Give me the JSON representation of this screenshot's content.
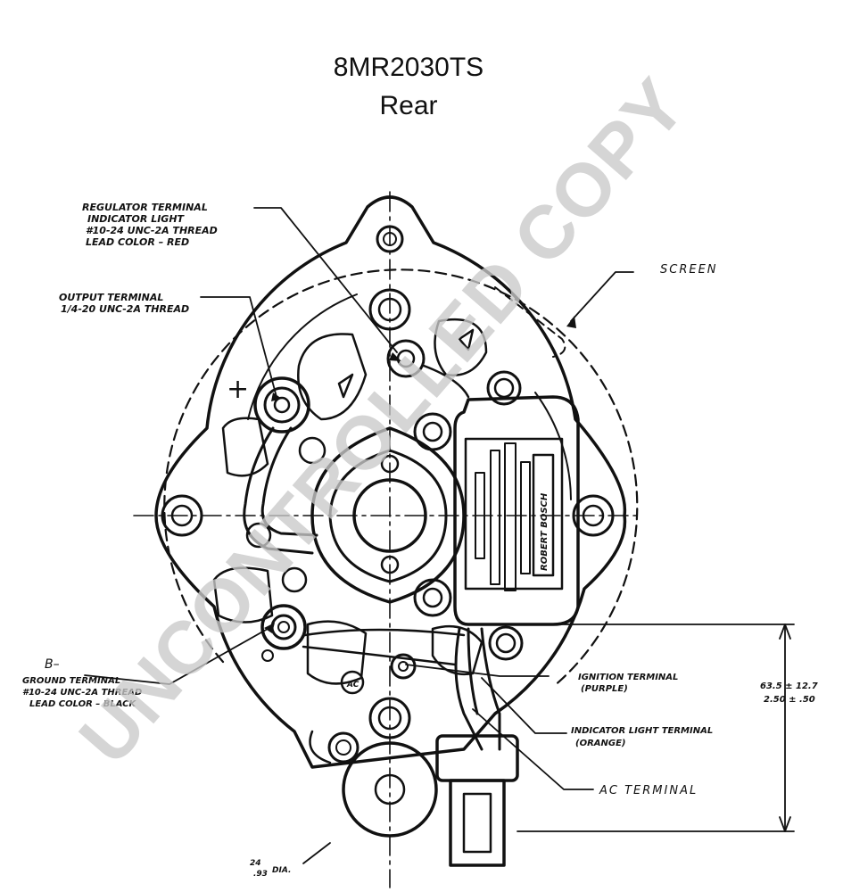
{
  "title": "8MR2030TS",
  "subtitle": "Rear",
  "watermark": "UNCONTROLLED COPY",
  "colors": {
    "line": "#111111",
    "watermark": "#c9c9c9",
    "background": "#ffffff"
  },
  "labels": {
    "regulator_terminal": [
      "REGULATOR TERMINAL",
      "INDICATOR LIGHT",
      "#10-24 UNC-2A THREAD",
      "LEAD COLOR – RED"
    ],
    "output_terminal": [
      "OUTPUT TERMINAL",
      "1/4-20 UNC-2A THREAD"
    ],
    "screen": "SCREEN",
    "plus_sign": "+",
    "ground_terminal": [
      "B–",
      "GROUND TERMINAL",
      "#10-24 UNC-2A THREAD",
      "LEAD COLOR – BLACK"
    ],
    "ignition_terminal": [
      "IGNITION TERMINAL",
      "(PURPLE)"
    ],
    "indicator_light_terminal": [
      "INDICATOR LIGHT TERMINAL",
      "(ORANGE)"
    ],
    "ac_terminal": "AC TERMINAL",
    "dimension": [
      "63.5 ± 12.7",
      "2.50 ± .50"
    ],
    "hole_dia": [
      "24",
      ".93",
      "DIA."
    ],
    "regulator_brand": "ROBERT BOSCH",
    "ac_mark": "AC"
  }
}
